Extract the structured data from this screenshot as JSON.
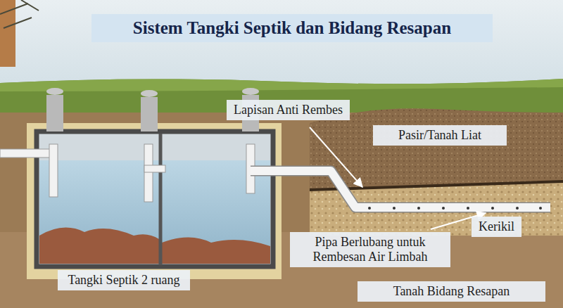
{
  "diagram": {
    "title": "Sistem Tangki Septik dan Bidang Resapan",
    "nodes": [
      {
        "text": [
          "Lapisan Anti Rembes"
        ]
      },
      {
        "text": [
          "Pasir/Tanah Liat"
        ]
      },
      {
        "text": [
          "Kerikil"
        ]
      },
      {
        "text": [
          "Pipa Berlubang untuk Rembesan Air Limbah"
        ]
      },
      {
        "text": [
          "Tangki Septik 2 ruang"
        ]
      },
      {
        "text": [
          "Tanah Bidang Resapan"
        ]
      }
    ]
  }
}
